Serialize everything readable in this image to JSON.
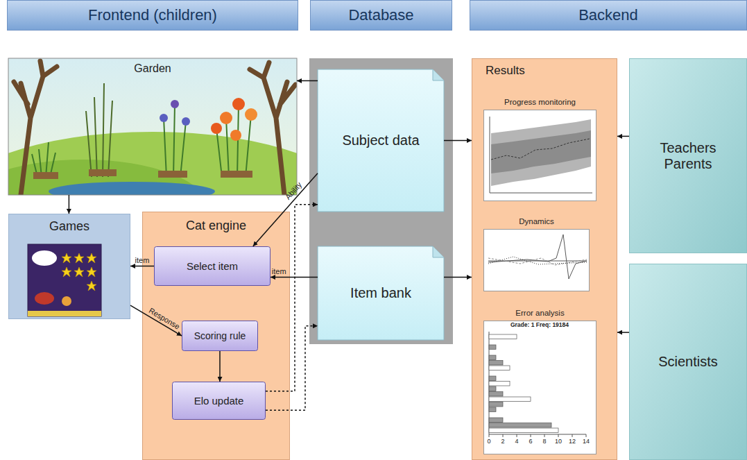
{
  "diagram": {
    "nodes": [
      {
        "text": [
          "Frontend (children)"
        ]
      },
      {
        "text": [
          "Database"
        ]
      },
      {
        "text": [
          "Backend"
        ]
      },
      {
        "text": [
          "Garden"
        ]
      },
      {
        "text": [
          "Games"
        ]
      },
      {
        "text": [
          "Cat engine"
        ]
      },
      {
        "text": [
          "Select item"
        ],
        "in": 5
      },
      {
        "text": [
          "Scoring rule"
        ],
        "in": 5
      },
      {
        "text": [
          "Elo update"
        ],
        "in": 5
      },
      {
        "text": [
          "Subject data"
        ]
      },
      {
        "text": [
          "Item bank"
        ]
      },
      {
        "text": [
          "Results"
        ]
      },
      {
        "text": [
          "Progress monitoring"
        ],
        "in": 11
      },
      {
        "text": [
          "Dynamics"
        ],
        "in": 11
      },
      {
        "text": [
          "Error analysis"
        ],
        "in": 11
      },
      {
        "text": [
          "Teachers Parents"
        ]
      },
      {
        "text": [
          "Scientists"
        ]
      }
    ],
    "edges": [
      {
        "from": 9,
        "to": 3,
        "arrow": "to"
      },
      {
        "from": 3,
        "to": 4,
        "arrow": "to"
      },
      {
        "from": 6,
        "to": 4,
        "label": "item",
        "arrow": "to"
      },
      {
        "from": 4,
        "to": 7,
        "label": "Response",
        "arrow": "to"
      },
      {
        "from": 9,
        "to": 6,
        "label": "Ability",
        "arrow": "to"
      },
      {
        "from": 10,
        "to": 6,
        "label": "item",
        "arrow": "to"
      },
      {
        "from": 7,
        "to": 8,
        "arrow": "to"
      },
      {
        "from": 8,
        "to": 9,
        "arrow": "to"
      },
      {
        "from": 8,
        "to": 10,
        "arrow": "to"
      },
      {
        "from": 9,
        "to": 11,
        "arrow": "to"
      },
      {
        "from": 10,
        "to": 11,
        "arrow": "to"
      },
      {
        "from": 15,
        "to": 11,
        "arrow": "to"
      },
      {
        "from": 16,
        "to": 11,
        "arrow": "to"
      }
    ],
    "labels": [
      "Grade: 1 Freq: 19184",
      "0",
      "2",
      "4",
      "6",
      "8",
      "10",
      "12",
      "14"
    ]
  }
}
